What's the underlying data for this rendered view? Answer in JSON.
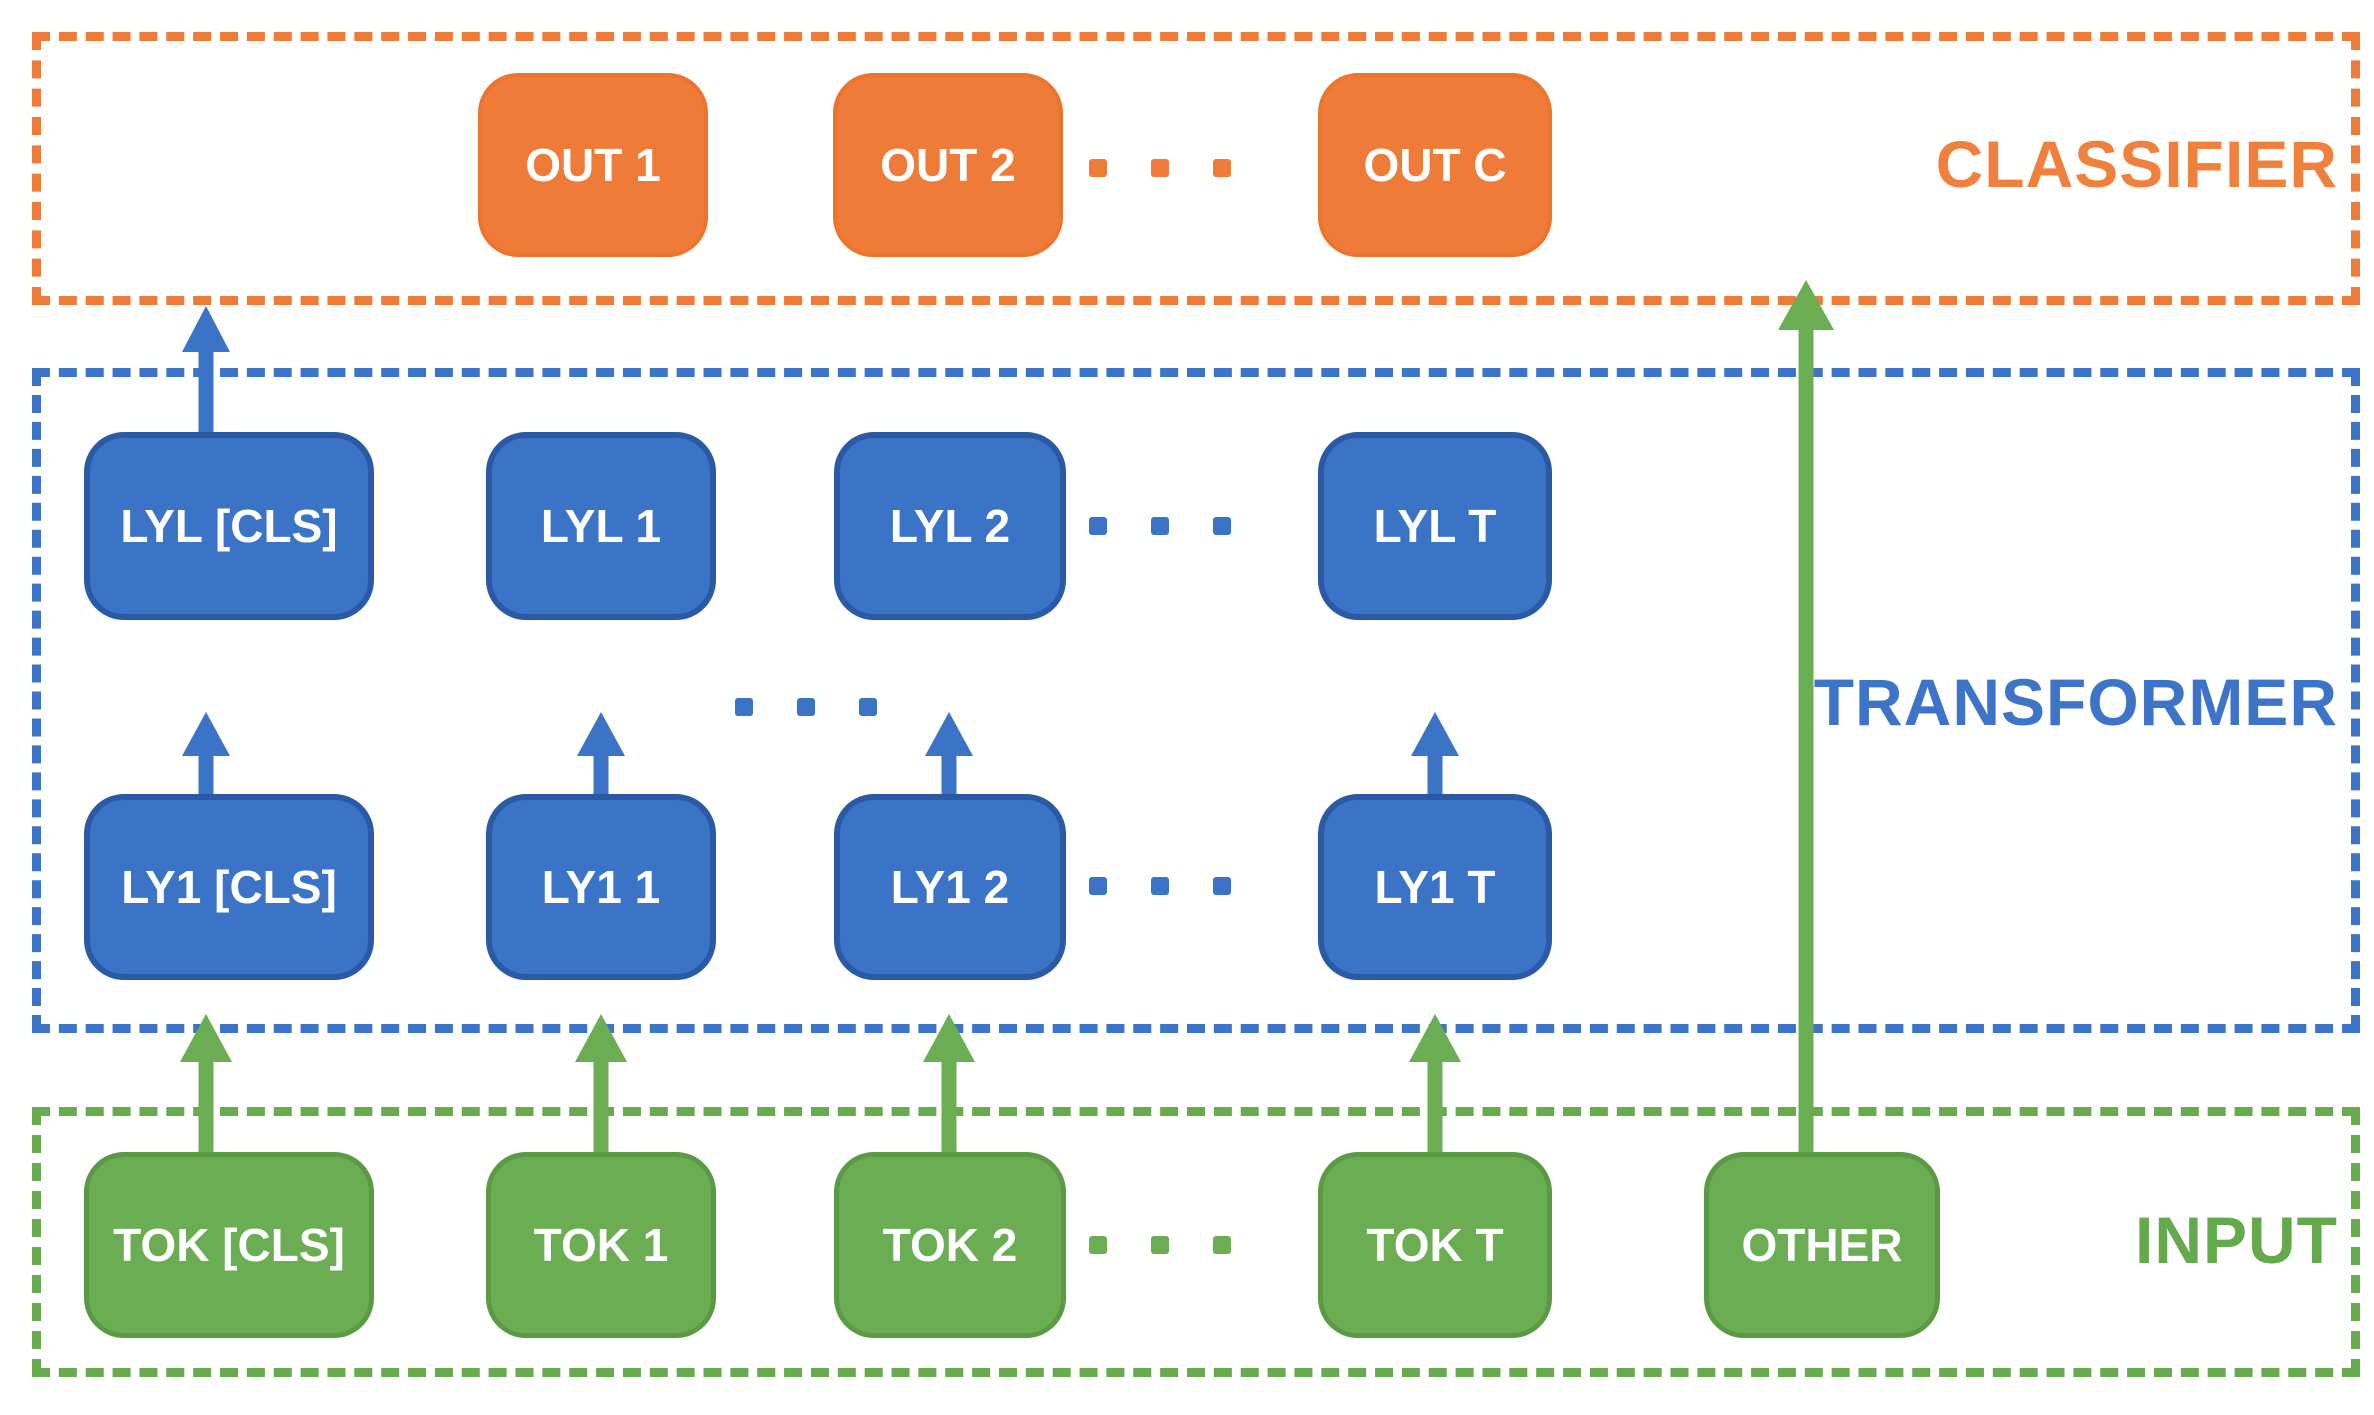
{
  "diagram": {
    "regions": {
      "classifier": {
        "label": "CLASSIFIER"
      },
      "transformer": {
        "label": "TRANSFORMER"
      },
      "input": {
        "label": "INPUT"
      }
    },
    "classifier_row": [
      {
        "label": "OUT 1"
      },
      {
        "label": "OUT 2"
      },
      {
        "label": "OUT C"
      }
    ],
    "layer_last_row": [
      {
        "label": "LYL [CLS]"
      },
      {
        "label": "LYL 1"
      },
      {
        "label": "LYL 2"
      },
      {
        "label": "LYL T"
      }
    ],
    "layer_first_row": [
      {
        "label": "LY1 [CLS]"
      },
      {
        "label": "LY1 1"
      },
      {
        "label": "LY1 2"
      },
      {
        "label": "LY1 T"
      }
    ],
    "input_row": [
      {
        "label": "TOK [CLS]"
      },
      {
        "label": "TOK 1"
      },
      {
        "label": "TOK 2"
      },
      {
        "label": "TOK T"
      },
      {
        "label": "OTHER"
      }
    ],
    "colors": {
      "orange": "#EE7B38",
      "blue_fill": "#3B74C6",
      "blue_border": "#2A5AA5",
      "blue_dashed": "#3C74C8",
      "green_fill": "#6BAD52",
      "green_border": "#5B9A44",
      "green_dashed": "#67AB4E"
    }
  }
}
